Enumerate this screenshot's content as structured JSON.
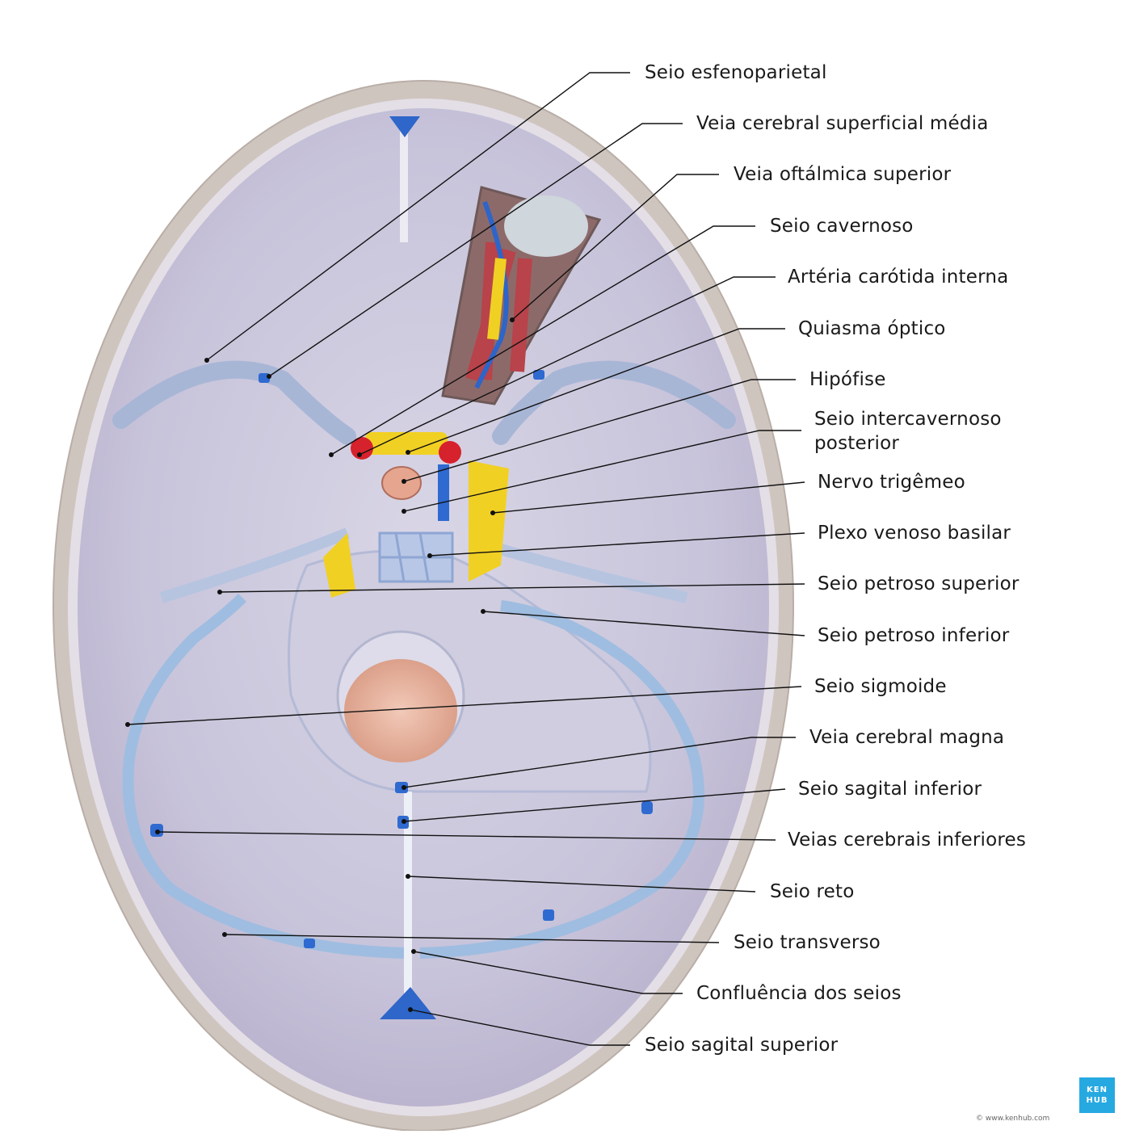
{
  "labels": [
    {
      "id": "sphenoparietal",
      "text": "Seio esfenoparietal"
    },
    {
      "id": "middle-superficial-vein",
      "text": "Veia cerebral superficial média"
    },
    {
      "id": "superior-ophthalmic-vein",
      "text": "Veia oftálmica superior"
    },
    {
      "id": "cavernous-sinus",
      "text": "Seio cavernoso"
    },
    {
      "id": "internal-carotid",
      "text": "Artéria carótida interna"
    },
    {
      "id": "optic-chiasm",
      "text": "Quiasma óptico"
    },
    {
      "id": "hypophysis",
      "text": "Hipófise"
    },
    {
      "id": "posterior-intercavernous",
      "text": "Seio intercavernoso posterior"
    },
    {
      "id": "trigeminal-nerve",
      "text": "Nervo trigêmeo"
    },
    {
      "id": "basilar-plexus",
      "text": "Plexo venoso basilar"
    },
    {
      "id": "superior-petrosal",
      "text": "Seio petroso superior"
    },
    {
      "id": "inferior-petrosal",
      "text": "Seio petroso inferior"
    },
    {
      "id": "sigmoid-sinus",
      "text": "Seio sigmoide"
    },
    {
      "id": "great-cerebral-vein",
      "text": "Veia cerebral magna"
    },
    {
      "id": "inferior-sagittal",
      "text": "Seio sagital inferior"
    },
    {
      "id": "inferior-cerebral-veins",
      "text": "Veias cerebrais inferiores"
    },
    {
      "id": "straight-sinus",
      "text": "Seio reto"
    },
    {
      "id": "transverse-sinus",
      "text": "Seio transverso"
    },
    {
      "id": "confluence",
      "text": "Confluência dos seios"
    },
    {
      "id": "superior-sagittal",
      "text": "Seio sagital superior"
    }
  ],
  "logo": {
    "line1": "KEN",
    "line2": "HUB"
  },
  "copyright": "© www.kenhub.com",
  "colors": {
    "bone": "#cdc3bd",
    "dura": "#c9c8dc",
    "sinus": "#9fbde0",
    "vein": "#2f6ad0",
    "artery": "#d6222c",
    "nerve": "#f3d11b"
  }
}
